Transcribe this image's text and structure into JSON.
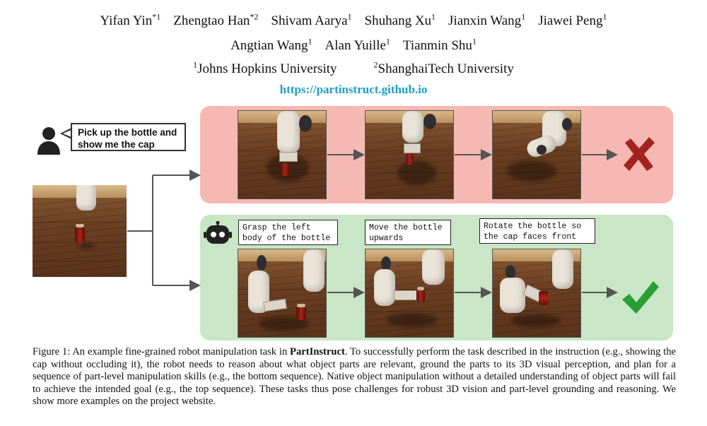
{
  "authors_row1": [
    {
      "name": "Yifan Yin",
      "sup": "*1"
    },
    {
      "name": "Zhengtao Han",
      "sup": "*2"
    },
    {
      "name": "Shivam Aarya",
      "sup": "1"
    },
    {
      "name": "Shuhang Xu",
      "sup": "1"
    },
    {
      "name": "Jianxin Wang",
      "sup": "1"
    },
    {
      "name": "Jiawei Peng",
      "sup": "1"
    }
  ],
  "authors_row2": [
    {
      "name": "Angtian Wang",
      "sup": "1"
    },
    {
      "name": "Alan Yuille",
      "sup": "1"
    },
    {
      "name": "Tianmin Shu",
      "sup": "1"
    }
  ],
  "affiliations": [
    {
      "sup": "1",
      "name": "Johns Hopkins University"
    },
    {
      "sup": "2",
      "name": "ShanghaiTech University"
    }
  ],
  "project_url": "https://partinstruct.github.io",
  "figure": {
    "instruction": "Pick up the bottle and show me the cap",
    "steps": [
      "Grasp the left\nbody of the bottle",
      "Move the bottle\nupwards",
      "Rotate the bottle so\nthe cap faces front"
    ],
    "fail_mark": "✘",
    "success_mark": "✔",
    "colors": {
      "fail_panel": "#f6b8b2",
      "success_panel": "#c9e6c6",
      "fail_mark": "#a3231f",
      "success_mark": "#2a9d35"
    }
  },
  "caption": {
    "prefix": "Figure 1: An example fine-grained robot manipulation task in ",
    "bold": "PartInstruct",
    "rest": ". To successfully perform the task described in the instruction (e.g., showing the cap without occluding it), the robot needs to reason about what object parts are relevant, ground the parts to its 3D visual perception, and plan for a sequence of part-level manipulation skills (e.g., the bottom sequence). Native object manipulation without a detailed understanding of object parts will fail to achieve the intended goal (e.g., the top sequence). These tasks thus pose challenges for robust 3D vision and part-level grounding and reasoning. We show more examples on the project website."
  }
}
